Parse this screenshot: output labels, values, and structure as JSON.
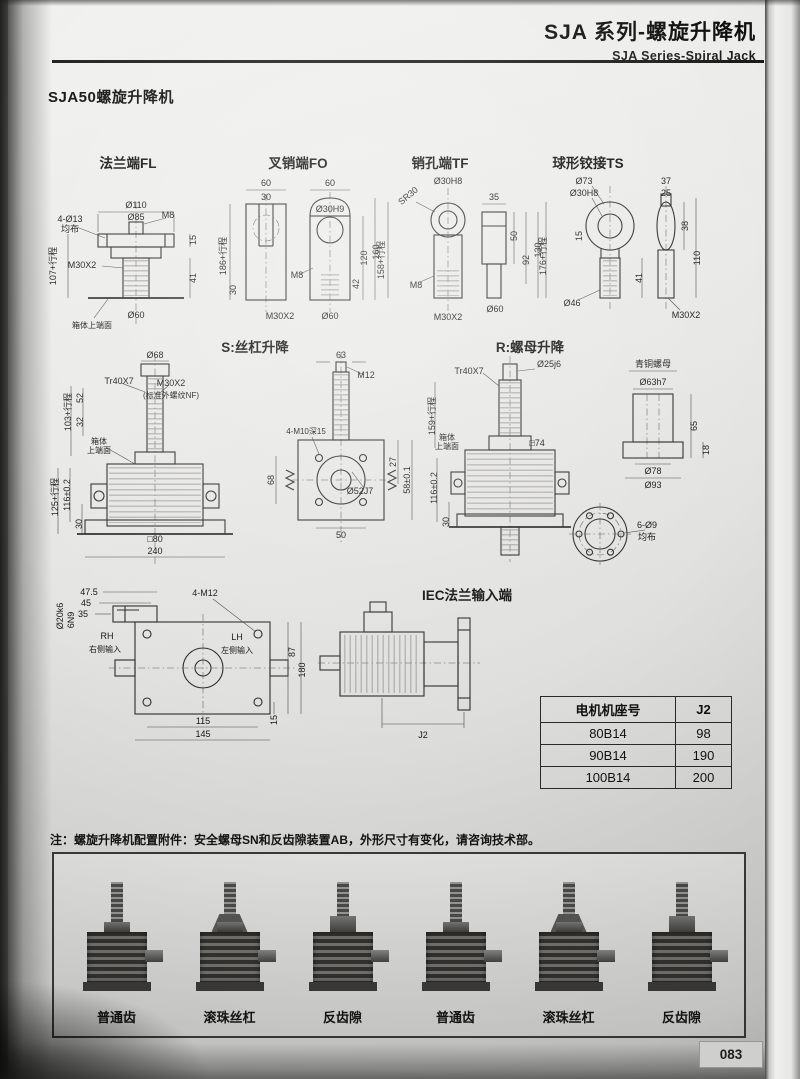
{
  "header": {
    "title_cn": "SJA 系列-螺旋升降机",
    "title_en": "SJA Series-Spiral Jack"
  },
  "heading": "SJA50螺旋升降机",
  "fl": {
    "label": "法兰端FL",
    "d110": "Ø110",
    "d85": "Ø85",
    "n15": "15",
    "n41": "41",
    "bolt": "4-Ø13",
    "even": "均布",
    "m30": "M30X2",
    "m8": "M8",
    "d60": "Ø60",
    "stroke": "107+行程",
    "face": "箱体上端面"
  },
  "fo": {
    "label": "叉销端FO",
    "n60a": "60",
    "n30a": "30",
    "n60b": "60",
    "hole": "Ø30H9",
    "n120": "120",
    "n160": "160",
    "n42": "42",
    "m8": "M8",
    "m30": "M30X2",
    "d60": "Ø60",
    "stroke": "186+行程",
    "n30b": "30"
  },
  "tf": {
    "label": "销孔端TF",
    "hole": "Ø30H8",
    "sr": "SR30",
    "n35": "35",
    "n130": "130",
    "n92": "92",
    "n50": "50",
    "m8": "M8",
    "m30": "M30X2",
    "d60": "Ø60",
    "stroke": "158+行程"
  },
  "ts": {
    "label": "球形铰接TS",
    "d73": "Ø73",
    "hole": "Ø30H8",
    "n37": "37",
    "n25": "25",
    "n38": "38",
    "n110": "110",
    "n15": "15",
    "d46": "Ø46",
    "n41": "41",
    "m30": "M30X2",
    "stroke": "176+行程"
  },
  "s": {
    "label": "S:丝杠升降",
    "d68": "Ø68",
    "tr": "Tr40X7",
    "m30": "M30X2",
    "nf": "(标准外螺纹NF)",
    "n52": "52",
    "n32": "32",
    "stroke1": "103+行程",
    "face1": "箱体",
    "face2": "上端面",
    "n116": "116±0.2",
    "stroke2": "125+行程",
    "n30": "30",
    "sq80": "□80",
    "n240": "240"
  },
  "ss": {
    "n63": "63",
    "m12": "M12",
    "bolts": "4-M10深15",
    "bore": "Ø52J7",
    "n68": "68",
    "n50": "50",
    "n27": "27",
    "n58": "58±0.1"
  },
  "r": {
    "label": "R:螺母升降",
    "tr": "Tr40X7",
    "d25": "Ø25j6",
    "stroke": "159+行程",
    "face1": "箱体",
    "face2": "上端面",
    "n116": "116±0.2",
    "n30": "30",
    "sq74": "□74",
    "nut": "青铜螺母",
    "d63": "Ø63h7",
    "n65": "65",
    "n18": "18",
    "d78": "Ø78",
    "d93": "Ø93",
    "b6": "6-Ø9",
    "even": "均布"
  },
  "iec": {
    "label": "IEC法兰输入端",
    "n475": "47.5",
    "n45": "45",
    "n35": "35",
    "shaft": "Ø20k6",
    "key": "6N9",
    "rh": "RH",
    "rhc": "右侧输入",
    "bolts": "4-M12",
    "n87": "87",
    "n180": "180",
    "lh": "LH",
    "lhc": "左侧输入",
    "n115": "115",
    "n145": "145",
    "n15": "15",
    "j2": "J2"
  },
  "tbl": {
    "h1": "电机机座号",
    "h2": "J2",
    "rows": [
      {
        "m": "80B14",
        "v": "98"
      },
      {
        "m": "90B14",
        "v": "190"
      },
      {
        "m": "100B14",
        "v": "200"
      }
    ]
  },
  "note": "注：螺旋升降机配置附件：安全螺母SN和反齿隙装置AB，外形尺寸有变化，请咨询技术部。",
  "products": [
    "普通齿",
    "滚珠丝杠",
    "反齿隙",
    "普通齿",
    "滚珠丝杠",
    "反齿隙"
  ],
  "page_no": "083"
}
